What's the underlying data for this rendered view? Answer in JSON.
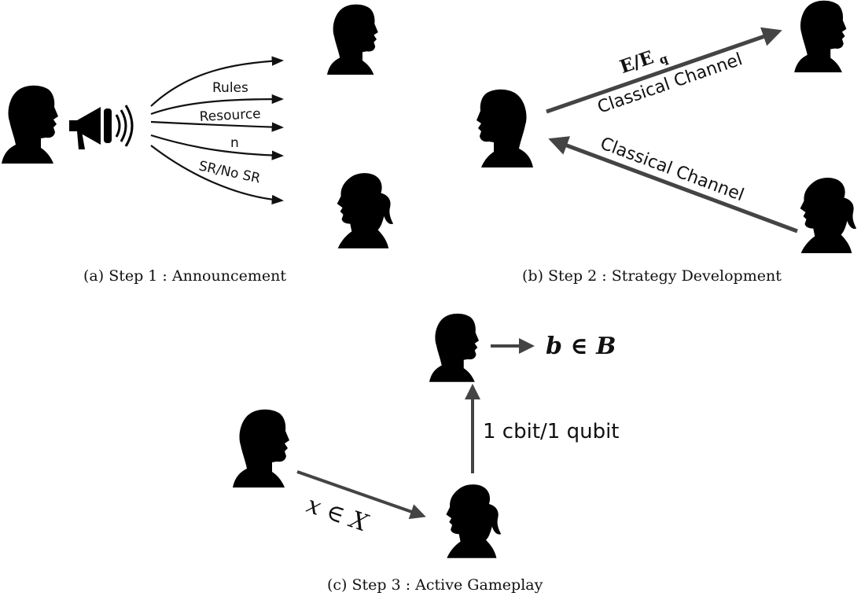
{
  "panel_a": {
    "caption": "(a) Step 1 : Announcement",
    "messages": [
      "Rules",
      "Resource",
      "n",
      "SR/No SR"
    ]
  },
  "panel_b": {
    "caption": "(b) Step 2 : Strategy Development",
    "math_label_main": "E/E",
    "math_label_sub": "q",
    "channel_top": "Classical Channel",
    "channel_bottom": "Classical Channel"
  },
  "panel_c": {
    "caption": "(c) Step 3 : Active Gameplay",
    "output_label": "b ∈ B",
    "input_label": "x ∈ X",
    "transmission_label": "1 cbit/1 qubit"
  },
  "colors": {
    "silhouette": "#000000",
    "arrow_dark": "#444444",
    "arrow_black": "#111111"
  }
}
